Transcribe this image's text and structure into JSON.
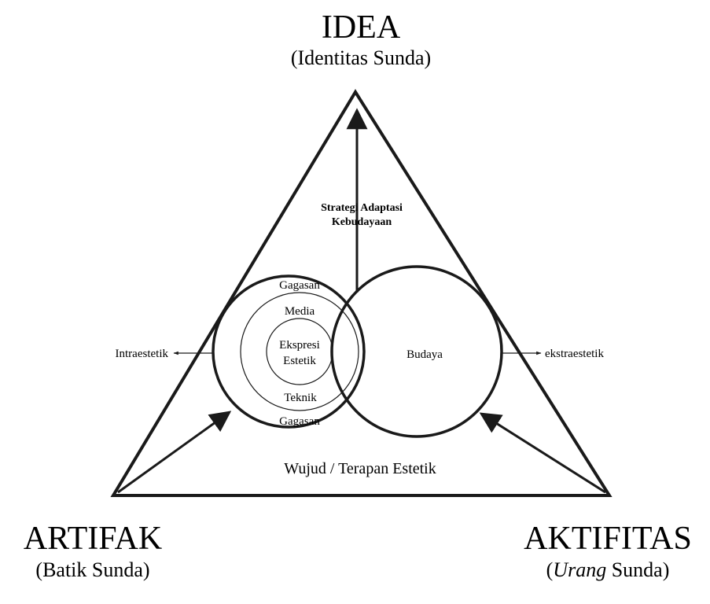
{
  "vertices": {
    "top": {
      "title": "IDEA",
      "subtitle": "(Identitas Sunda)"
    },
    "left": {
      "title": "ARTIFAK",
      "subtitle": "(Batik Sunda)"
    },
    "right": {
      "title": "AKTIFITAS",
      "subtitle_open": "(",
      "subtitle_italic": "Urang",
      "subtitle_rest": " Sunda)"
    }
  },
  "center_label": {
    "line1": "Strategi Adaptasi",
    "line2": "Kebudayaan"
  },
  "left_circle": {
    "outer_top": "Gagasan",
    "ring_top": "Media",
    "core_line1": "Ekspresi",
    "core_line2": "Estetik",
    "ring_bottom": "Teknik",
    "outer_bottom": "Gagasan"
  },
  "right_circle": {
    "label": "Budaya"
  },
  "left_arrow_label": "Intraestetik",
  "right_arrow_label": "ekstraestetik",
  "base_label": "Wujud / Terapan Estetik",
  "colors": {
    "stroke": "#1a1a1a",
    "background": "#ffffff"
  }
}
